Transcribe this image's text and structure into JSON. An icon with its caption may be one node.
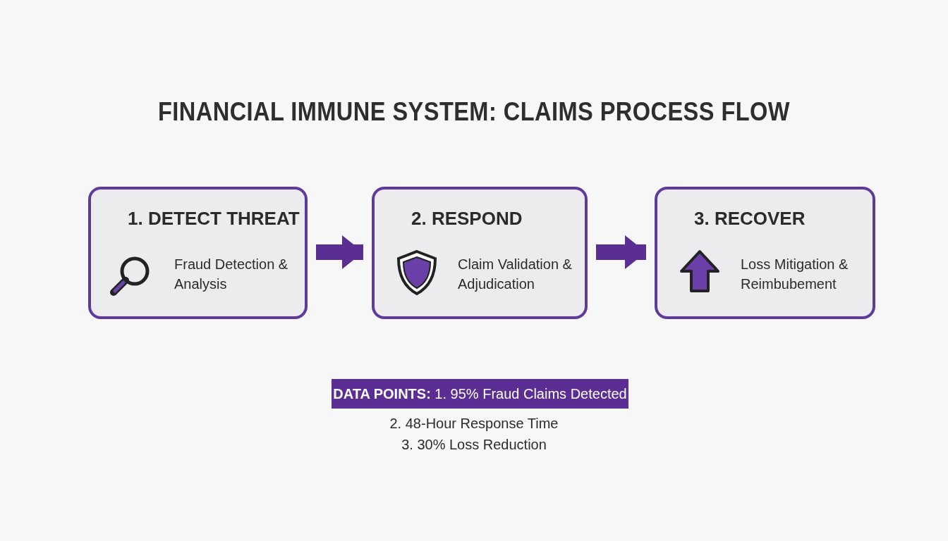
{
  "diagram": {
    "title": "FINANCIAL IMMUNE SYSTEM: CLAIMS PROCESS FLOW",
    "nodes": [
      {
        "text": [
          "1. DETECT THREAT",
          "Fraud Detection & Analysis"
        ]
      },
      {
        "text": [
          "2. RESPOND",
          "Claim Validation & Adjudication"
        ]
      },
      {
        "text": [
          "3. RECOVER",
          "Loss Mitigation & Reimbubement"
        ]
      }
    ],
    "edges": [
      {
        "from": 0,
        "to": 1,
        "arrow": "to"
      },
      {
        "from": 1,
        "to": 2,
        "arrow": "to"
      }
    ],
    "labels": [
      "**DATA POINTS:** 1. 95% Fraud Claims Detected",
      "2. 48-Hour Response Time",
      "3. 30% Loss Reduction"
    ]
  }
}
